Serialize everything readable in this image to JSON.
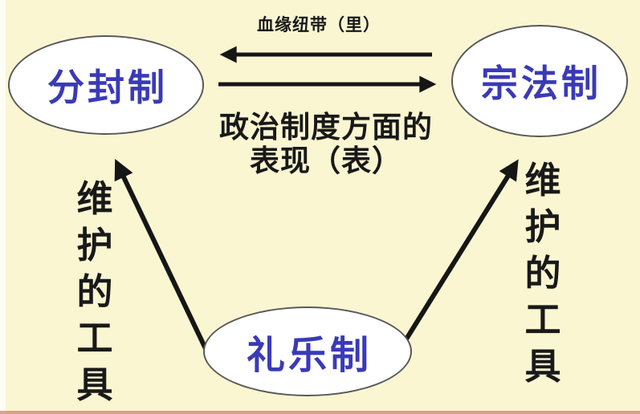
{
  "diagram": {
    "nodes": [
      {
        "id": "fenfengzhi",
        "label": "分封制"
      },
      {
        "id": "zongfazhi",
        "label": "宗法制"
      },
      {
        "id": "liyuezhi",
        "label": "礼乐制"
      }
    ],
    "labels": {
      "blood_tie": "血缘纽带（里）",
      "political_line1": "政治制度方面的",
      "political_line2": "表现（表）",
      "left_tool": "维护的工具",
      "right_tool": "维护的工具"
    },
    "colors": {
      "background": "#faf6d2",
      "node_fill": "#ffffff",
      "node_border": "#595959",
      "node_text": "#3a3ab8",
      "label_text": "#191919",
      "arrow": "#161616",
      "bottom_edge": "rgba(190,105,80,0.6)"
    }
  }
}
